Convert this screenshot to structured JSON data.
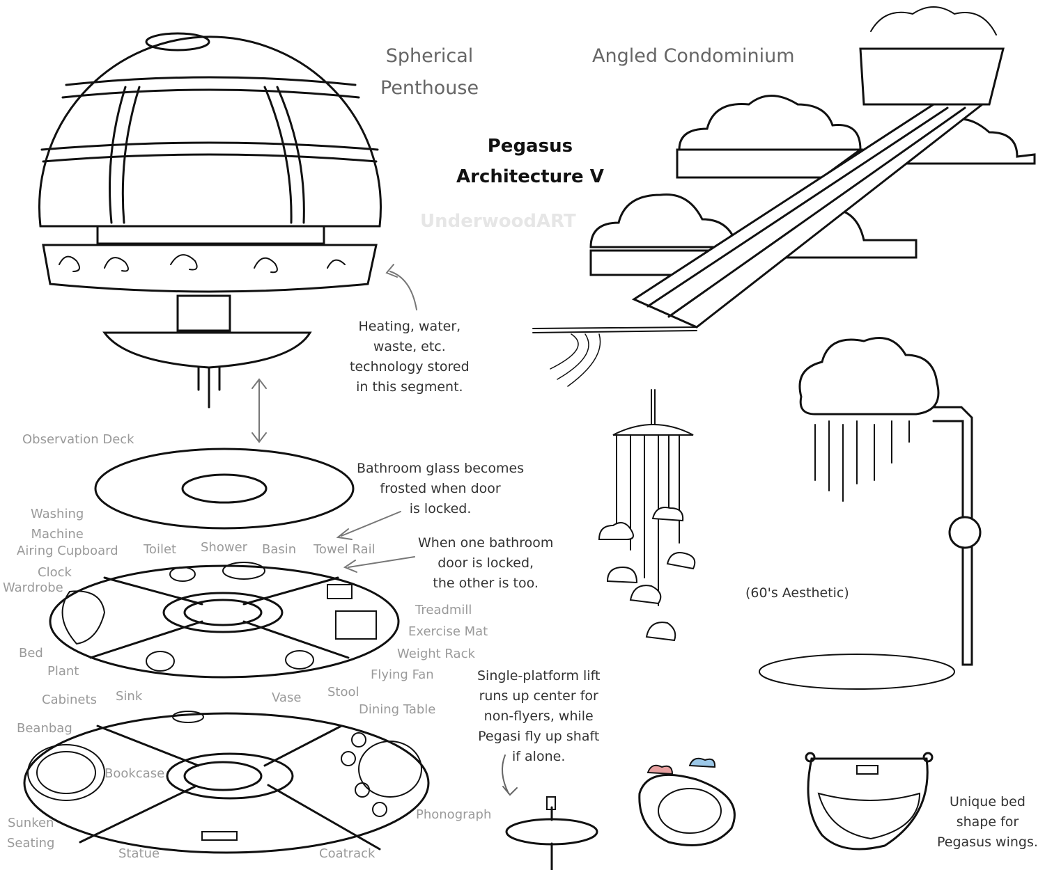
{
  "titles": {
    "spherical": [
      "Spherical",
      "Penthouse"
    ],
    "condo": "Angled Condominium",
    "main": [
      "Pegasus",
      "Architecture V"
    ],
    "watermark": "UnderwoodART"
  },
  "notes": {
    "heating": [
      "Heating, water,",
      "waste, etc.",
      "technology stored",
      "in this segment."
    ],
    "bathroom_glass": [
      "Bathroom glass becomes",
      "frosted when door",
      "is locked."
    ],
    "bathroom_door": [
      "When one bathroom",
      "door is locked,",
      "the other is too."
    ],
    "lift": [
      "Single-platform lift",
      "runs up center for",
      "non-flyers, while",
      "Pegasi fly up shaft",
      "if alone."
    ],
    "aesthetic": "(60's Aesthetic)",
    "bed": [
      "Unique bed",
      "shape for",
      "Pegasus wings."
    ]
  },
  "labels": {
    "observation_deck": "Observation Deck",
    "washing_machine": [
      "Washing",
      "Machine"
    ],
    "airing_cupboard": "Airing Cupboard",
    "toilet": "Toilet",
    "shower": "Shower",
    "basin": "Basin",
    "towel_rail": "Towel Rail",
    "clock": "Clock",
    "wardrobe": "Wardrobe",
    "treadmill": "Treadmill",
    "exercise_mat": "Exercise Mat",
    "weight_rack": "Weight Rack",
    "bed": "Bed",
    "plant": "Plant",
    "flying_fan": "Flying Fan",
    "vase": "Vase",
    "stool": "Stool",
    "cabinets": "Cabinets",
    "sink": "Sink",
    "dining_table": "Dining Table",
    "beanbag": "Beanbag",
    "bookcase": "Bookcase",
    "sunken_seating": [
      "Sunken",
      "Seating"
    ],
    "phonograph": "Phonograph",
    "statue": "Statue",
    "coatrack": "Coatrack"
  }
}
